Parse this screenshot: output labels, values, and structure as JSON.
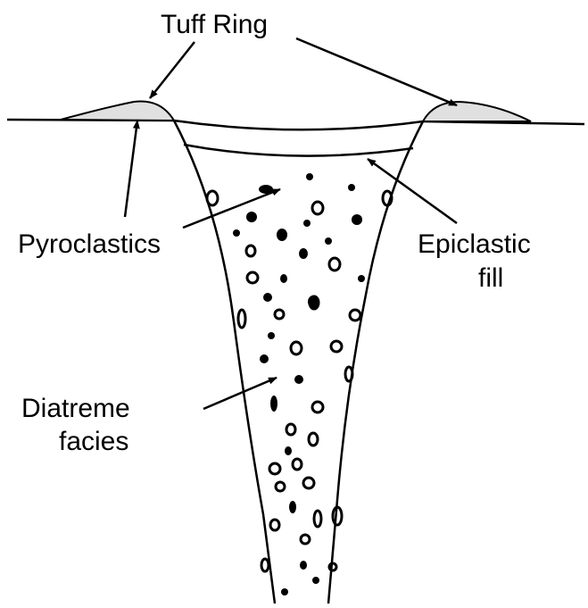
{
  "labels": {
    "tuff_ring": "Tuff Ring",
    "pyroclastics": "Pyroclastics",
    "epiclastic_line1": "Epiclastic",
    "epiclastic_line2": "fill",
    "diatreme_line1": "Diatreme",
    "diatreme_line2": "facies"
  },
  "colors": {
    "ink": "#000000",
    "background": "#ffffff",
    "tuff_fill": "#e0e0e0"
  }
}
